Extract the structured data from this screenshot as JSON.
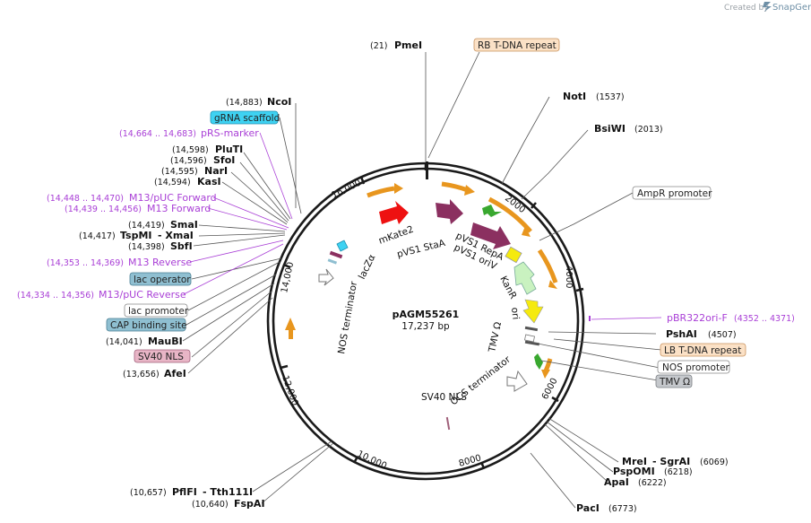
{
  "credit": {
    "text": "Created by",
    "brand": "SnapGene"
  },
  "plasmid": {
    "name": "pAGM55261",
    "length": "17,237 bp"
  },
  "enzymes": [
    {
      "id": "pmei",
      "pos": "(21)",
      "name": "PmeI"
    },
    {
      "id": "noti",
      "name": "NotI",
      "pos": "(1537)"
    },
    {
      "id": "bsiwi",
      "name": "BsiWI",
      "pos": "(2013)"
    },
    {
      "id": "pshai",
      "name": "PshAI",
      "pos": "(4507)"
    },
    {
      "id": "mrei",
      "name": "MreI",
      "dash": "- SgrAI",
      "pos": "(6069)"
    },
    {
      "id": "pspomi",
      "name": "PspOMI",
      "pos": "(6218)"
    },
    {
      "id": "apai",
      "name": "ApaI",
      "pos": "(6222)"
    },
    {
      "id": "paci",
      "name": "PacI",
      "pos": "(6773)"
    },
    {
      "id": "ncoi",
      "pos": "(14,883)",
      "name": "NcoI"
    },
    {
      "id": "pluti",
      "pos": "(14,598)",
      "name": "PluTI"
    },
    {
      "id": "sfoi",
      "pos": "(14,596)",
      "name": "SfoI"
    },
    {
      "id": "nari",
      "pos": "(14,595)",
      "name": "NarI"
    },
    {
      "id": "kasi",
      "pos": "(14,594)",
      "name": "KasI"
    },
    {
      "id": "smai",
      "pos": "(14,419)",
      "name": "SmaI"
    },
    {
      "id": "tspmi",
      "pos": "(14,417)",
      "name": "TspMI",
      "dash": "- XmaI"
    },
    {
      "id": "sbfi",
      "pos": "(14,398)",
      "name": "SbfI"
    },
    {
      "id": "maubi",
      "pos": "(14,041)",
      "name": "MauBI"
    },
    {
      "id": "afei",
      "pos": "(13,656)",
      "name": "AfeI"
    },
    {
      "id": "pflfi",
      "pos": "(10,657)",
      "name": "PflFI",
      "dash": "- Tth111I"
    },
    {
      "id": "fspai",
      "pos": "(10,640)",
      "name": "FspAI"
    }
  ],
  "primers": [
    {
      "id": "prs",
      "pos": "(14,664 .. 14,683)",
      "name": "pRS-marker"
    },
    {
      "id": "m13puc-fwd",
      "pos": "(14,448 .. 14,470)",
      "name": "M13/pUC Forward"
    },
    {
      "id": "m13-fwd",
      "pos": "(14,439 .. 14,456)",
      "name": "M13 Forward"
    },
    {
      "id": "m13-rev",
      "pos": "(14,353 .. 14,369)",
      "name": "M13 Reverse"
    },
    {
      "id": "m13puc-rev",
      "pos": "(14,334 .. 14,356)",
      "name": "M13/pUC Reverse"
    },
    {
      "id": "pbr322",
      "name": "pBR322ori-F",
      "pos": "(4352 .. 4371)"
    }
  ],
  "feature_boxes": [
    {
      "id": "rb-tdna",
      "label": "RB T-DNA repeat",
      "fill": "#fbe1c6",
      "stroke": "#c9925c"
    },
    {
      "id": "grna",
      "label": "gRNA scaffold",
      "fill": "#3ed2f2",
      "stroke": "#1a8fb0"
    },
    {
      "id": "amp-promoter",
      "label": "AmpR promoter",
      "fill": "#ffffff",
      "stroke": "#888888"
    },
    {
      "id": "lac-operator",
      "label": "lac operator",
      "fill": "#8fbfd1",
      "stroke": "#4a7f93"
    },
    {
      "id": "lac-promoter",
      "label": "lac promoter",
      "fill": "#ffffff",
      "stroke": "#888888"
    },
    {
      "id": "cap",
      "label": "CAP binding site",
      "fill": "#8fbfd1",
      "stroke": "#4a7f93"
    },
    {
      "id": "sv40nls",
      "label": "SV40 NLS",
      "fill": "#e8b5c6",
      "stroke": "#a0607a"
    },
    {
      "id": "lb-tdna",
      "label": "LB T-DNA repeat",
      "fill": "#fbe1c6",
      "stroke": "#c9925c"
    },
    {
      "id": "nos-promoter",
      "label": "NOS promoter",
      "fill": "#ffffff",
      "stroke": "#888888"
    },
    {
      "id": "tmv",
      "label": "TMV Ω",
      "fill": "#c5c8cc",
      "stroke": "#7a7e83"
    }
  ],
  "inner_labels": {
    "mkate2": "mKate2",
    "pvs1stA": "pVS1 StaA",
    "pvs1repA": "pVS1 RepA",
    "pvs1oriV": "pVS1 oriV",
    "kanr": "KanR",
    "ori": "ori",
    "tmv": "TMV Ω",
    "nos_term": "NOS terminator",
    "lacza": "lacZα",
    "sv40nls": "SV40 NLS",
    "ocs_term": "OCS terminator"
  },
  "ruler": [
    "16,000",
    "2000",
    "4000",
    "6000",
    "8000",
    "10,000",
    "12,000",
    "14,000"
  ],
  "colors": {
    "mkate2": "#ee1111",
    "plum": "#8b3060",
    "orange": "#e8961e",
    "yellow": "#f5ea0f",
    "kanr": "#c9f2c0",
    "green": "#39a82f",
    "cyan": "#3ed2f2",
    "primer": "#a93fd6"
  }
}
